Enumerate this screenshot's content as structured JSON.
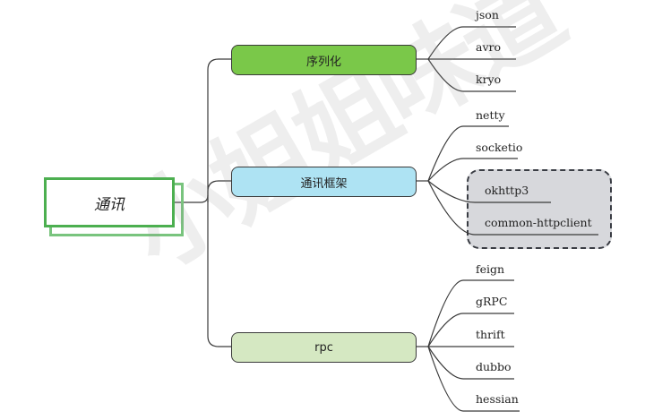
{
  "root": {
    "label": "通讯"
  },
  "branches": [
    {
      "label": "序列化",
      "color": "#7ac849",
      "leaves": [
        {
          "label": "json"
        },
        {
          "label": "avro"
        },
        {
          "label": "kryo"
        }
      ]
    },
    {
      "label": "通讯框架",
      "color": "#aee3f3",
      "leaves": [
        {
          "label": "netty"
        },
        {
          "label": "socketio"
        },
        {
          "label": "okhttp3"
        },
        {
          "label": "common-httpclient"
        }
      ]
    },
    {
      "label": "rpc",
      "color": "#d5e8c2",
      "leaves": [
        {
          "label": "feign"
        },
        {
          "label": "gRPC"
        },
        {
          "label": "thrift"
        },
        {
          "label": "dubbo"
        },
        {
          "label": "hessian"
        }
      ]
    }
  ],
  "highlight_group": {
    "color": "#d7d8dc"
  },
  "watermark": {
    "text": "小姐姐味道"
  }
}
